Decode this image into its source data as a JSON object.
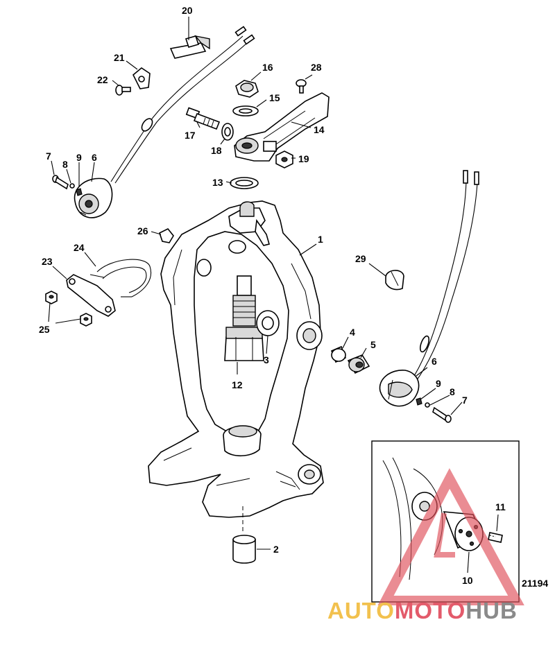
{
  "diagram": {
    "part_labels": [
      "1",
      "2",
      "3",
      "4",
      "5",
      "6",
      "6",
      "7",
      "7",
      "8",
      "8",
      "9",
      "9",
      "10",
      "11",
      "12",
      "13",
      "14",
      "15",
      "16",
      "17",
      "18",
      "19",
      "20",
      "21",
      "22",
      "23",
      "24",
      "25",
      "26",
      "28",
      "29"
    ],
    "drawing_number": "21194"
  },
  "watermark": {
    "part1": "AUTO",
    "part2": "MOTO",
    "part3": "HUB",
    "colors": {
      "auto": "#f2c14e",
      "moto": "#e35b6b",
      "hub": "#8a8a8a",
      "triangle": "#e0505a"
    }
  }
}
